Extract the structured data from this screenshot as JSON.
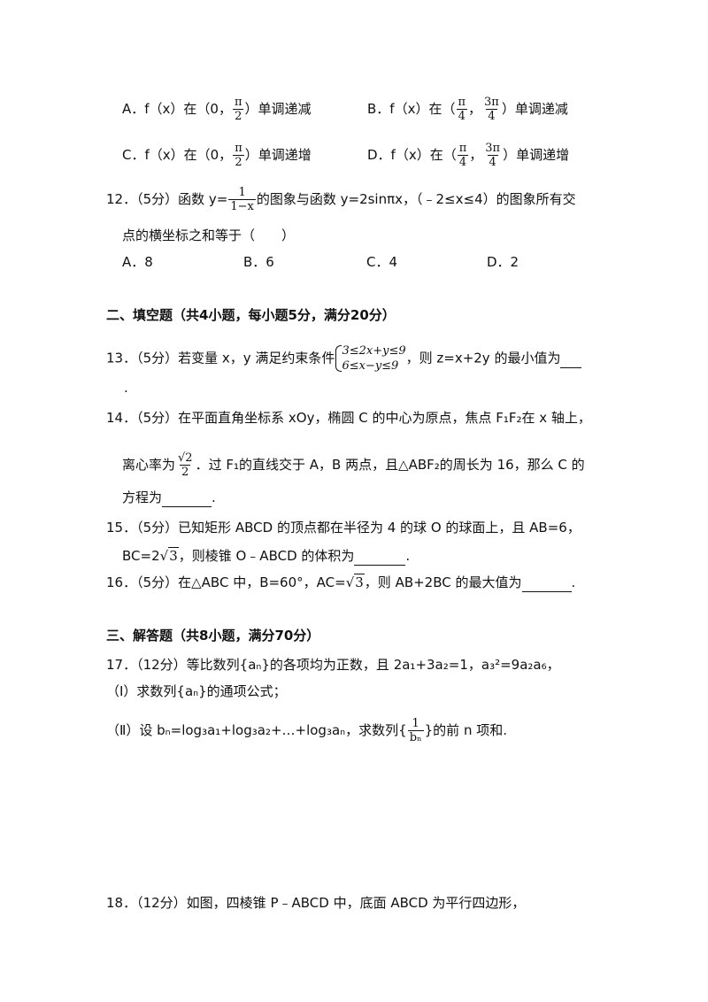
{
  "q11": {
    "optA": {
      "label": "A．f（x）在（0，",
      "num": "π",
      "den": "2",
      "tail": "）单调递减"
    },
    "optB": {
      "label": "B．f（x）在（",
      "n1": "π",
      "d1": "4",
      "sep": "，",
      "n2": "3π",
      "d2": "4",
      "tail": "）单调递减"
    },
    "optC": {
      "label": "C．f（x）在（0，",
      "num": "π",
      "den": "2",
      "tail": "）单调递增"
    },
    "optD": {
      "label": "D．f（x）在（",
      "n1": "π",
      "d1": "4",
      "sep": "，",
      "n2": "3π",
      "d2": "4",
      "tail": "）单调递增"
    }
  },
  "q12": {
    "prefix": "12．（5分）函数 y=",
    "num": "1",
    "den": "1−x",
    "mid": "的图象与函数 y=2sinπx，（﹣2≤x≤4）的图象所有交",
    "line2": "点的横坐标之和等于（　　）",
    "options": [
      "A．8",
      "B．6",
      "C．4",
      "D．2"
    ]
  },
  "section2": "二、填空题（共4小题，每小题5分，满分20分）",
  "q13": {
    "prefix": "13．（5分）若变量 x，y 满足约束条件",
    "c1": "3≤2x+y≤9",
    "c2": "6≤x−y≤9",
    "suffix": "，则 z=x+2y 的最小值为",
    "end": "."
  },
  "q14": {
    "line1": "14．（5分）在平面直角坐标系 xOy，椭圆 C 的中心为原点，焦点 F₁F₂在 x 轴上，",
    "l2a": "离心率为",
    "num": "√2",
    "den": "2",
    "l2b": "．过 F₁的直线交于 A，B 两点，且△ABF₂的周长为 16，那么 C 的",
    "line3": "方程为",
    "end": "."
  },
  "q15": {
    "line1": "15．（5分）已知矩形 ABCD 的顶点都在半径为 4 的球 O 的球面上，且 AB=6，",
    "l2a": "BC=2",
    "rad": "3",
    "l2b": "，则棱锥 O﹣ABCD 的体积为",
    "end": "."
  },
  "q16": {
    "a": "16．（5分）在△ABC 中，B=60°，AC=",
    "rad": "3",
    "b": "，则 AB+2BC 的最大值为",
    "end": "."
  },
  "section3": "三、解答题（共8小题，满分70分）",
  "q17": {
    "line1": "17．（12分）等比数列{aₙ}的各项均为正数，且 2a₁+3a₂=1，a₃²=9a₂a₆，",
    "line2": "（Ⅰ）求数列{aₙ}的通项公式；",
    "l3a": "（Ⅱ）设 bₙ=log₃a₁+log₃a₂+…+log₃aₙ，求数列{",
    "num": "1",
    "den": "bₙ",
    "l3b": "}的前 n 项和."
  },
  "q18": {
    "line1": "18．（12分）如图，四棱锥 P﹣ABCD 中，底面 ABCD 为平行四边形，"
  }
}
